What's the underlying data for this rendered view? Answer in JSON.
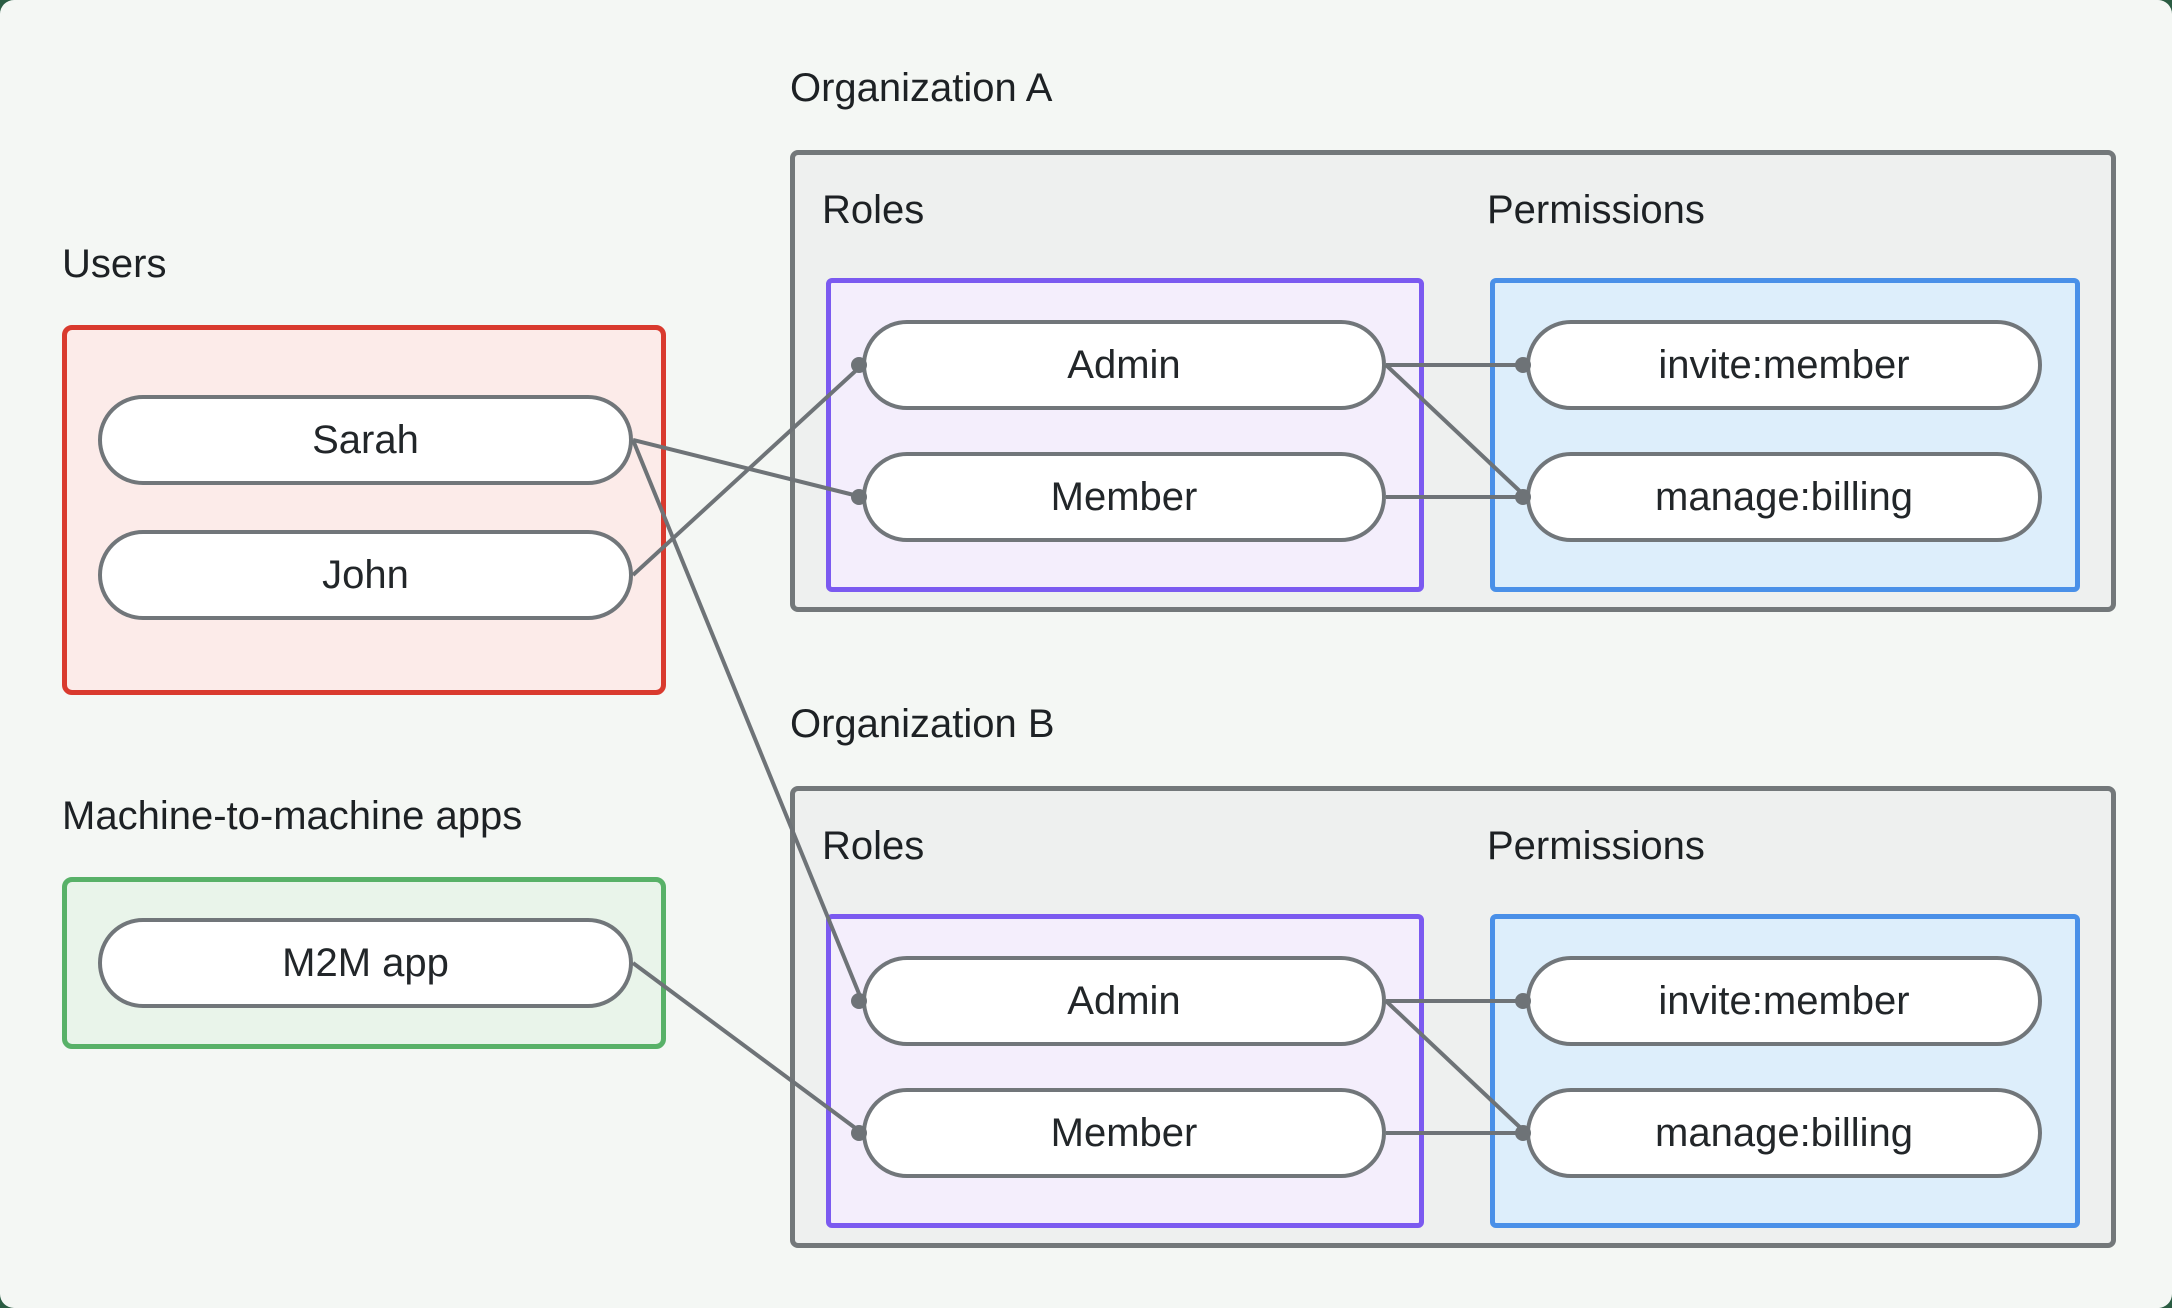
{
  "colors": {
    "page_background": "#2a5c42",
    "canvas_background": "#f4f7f4",
    "text": "#1d2124",
    "connector": "#6e7377",
    "pill_fill": "#ffffff",
    "pill_border": "#71767a",
    "org_box_fill": "#eef0ef",
    "org_box_border": "#73787a"
  },
  "groups": {
    "users": {
      "label": "Users",
      "border_color": "#d93a2e",
      "fill_color": "#fcebe9",
      "items": [
        {
          "id": "sarah",
          "label": "Sarah"
        },
        {
          "id": "john",
          "label": "John"
        }
      ]
    },
    "m2m": {
      "label": "Machine-to-machine apps",
      "border_color": "#58b168",
      "fill_color": "#e9f4ea",
      "items": [
        {
          "id": "m2m",
          "label": "M2M app"
        }
      ]
    }
  },
  "organizations": [
    {
      "id": "orgA",
      "title": "Organization A",
      "roles_label": "Roles",
      "permissions_label": "Permissions",
      "roles_border_color": "#7b5af0",
      "roles_fill_color": "#f4eefc",
      "permissions_border_color": "#4a90e8",
      "permissions_fill_color": "#ddeefb",
      "roles": [
        {
          "id": "orgA.admin",
          "label": "Admin"
        },
        {
          "id": "orgA.member",
          "label": "Member"
        }
      ],
      "permissions": [
        {
          "id": "orgA.invite",
          "label": "invite:member"
        },
        {
          "id": "orgA.billing",
          "label": "manage:billing"
        }
      ]
    },
    {
      "id": "orgB",
      "title": "Organization B",
      "roles_label": "Roles",
      "permissions_label": "Permissions",
      "roles_border_color": "#7b5af0",
      "roles_fill_color": "#f4eefc",
      "permissions_border_color": "#4a90e8",
      "permissions_fill_color": "#ddeefb",
      "roles": [
        {
          "id": "orgB.admin",
          "label": "Admin"
        },
        {
          "id": "orgB.member",
          "label": "Member"
        }
      ],
      "permissions": [
        {
          "id": "orgB.invite",
          "label": "invite:member"
        },
        {
          "id": "orgB.billing",
          "label": "manage:billing"
        }
      ]
    }
  ],
  "edges": [
    {
      "from": "sarah",
      "to": "orgA.member"
    },
    {
      "from": "john",
      "to": "orgA.admin"
    },
    {
      "from": "sarah",
      "to": "orgB.admin"
    },
    {
      "from": "m2m",
      "to": "orgB.member"
    },
    {
      "from": "orgA.admin",
      "to": "orgA.invite"
    },
    {
      "from": "orgA.admin",
      "to": "orgA.billing"
    },
    {
      "from": "orgA.member",
      "to": "orgA.billing"
    },
    {
      "from": "orgB.admin",
      "to": "orgB.invite"
    },
    {
      "from": "orgB.admin",
      "to": "orgB.billing"
    },
    {
      "from": "orgB.member",
      "to": "orgB.billing"
    }
  ]
}
